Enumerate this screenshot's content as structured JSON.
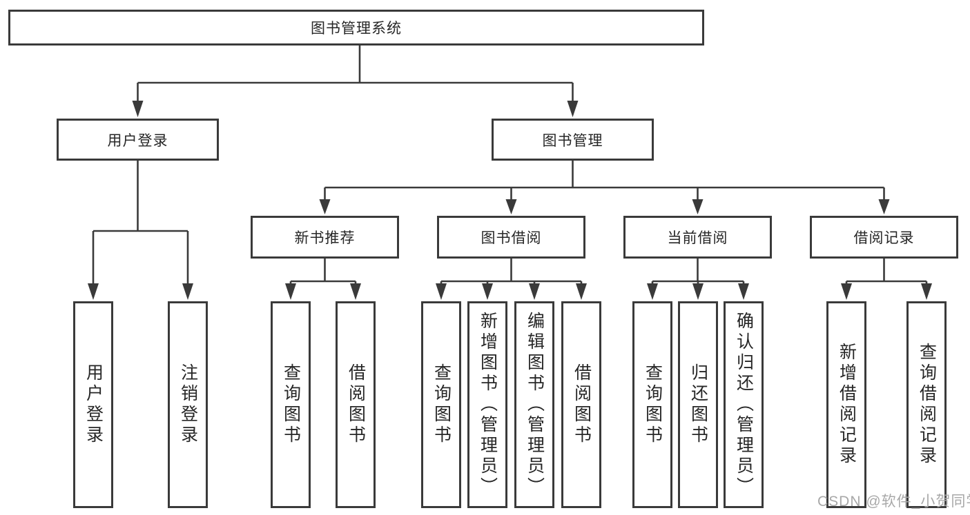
{
  "diagram": {
    "root": {
      "label": "图书管理系统"
    },
    "level2": [
      {
        "label": "用户登录"
      },
      {
        "label": "图书管理"
      }
    ],
    "level3": [
      {
        "label": "新书推荐"
      },
      {
        "label": "图书借阅"
      },
      {
        "label": "当前借阅"
      },
      {
        "label": "借阅记录"
      }
    ],
    "leaves": {
      "login": [
        "用户登录",
        "注销登录"
      ],
      "new_books": [
        "查询图书",
        "借阅图书"
      ],
      "book_borrow": [
        "查询图书",
        "新增图书（管理员）",
        "编辑图书（管理员）",
        "借阅图书"
      ],
      "current_borrow": [
        "查询图书",
        "归还图书",
        "确认归还（管理员）"
      ],
      "borrow_records": [
        "新增借阅记录",
        "查询借阅记录"
      ]
    }
  },
  "watermark": {
    "text": "CSDN @软件_小贺同学"
  },
  "colors": {
    "line": "#3a3a3a",
    "text": "#262626",
    "background": "#ffffff",
    "watermark": "#a8a8a8"
  }
}
